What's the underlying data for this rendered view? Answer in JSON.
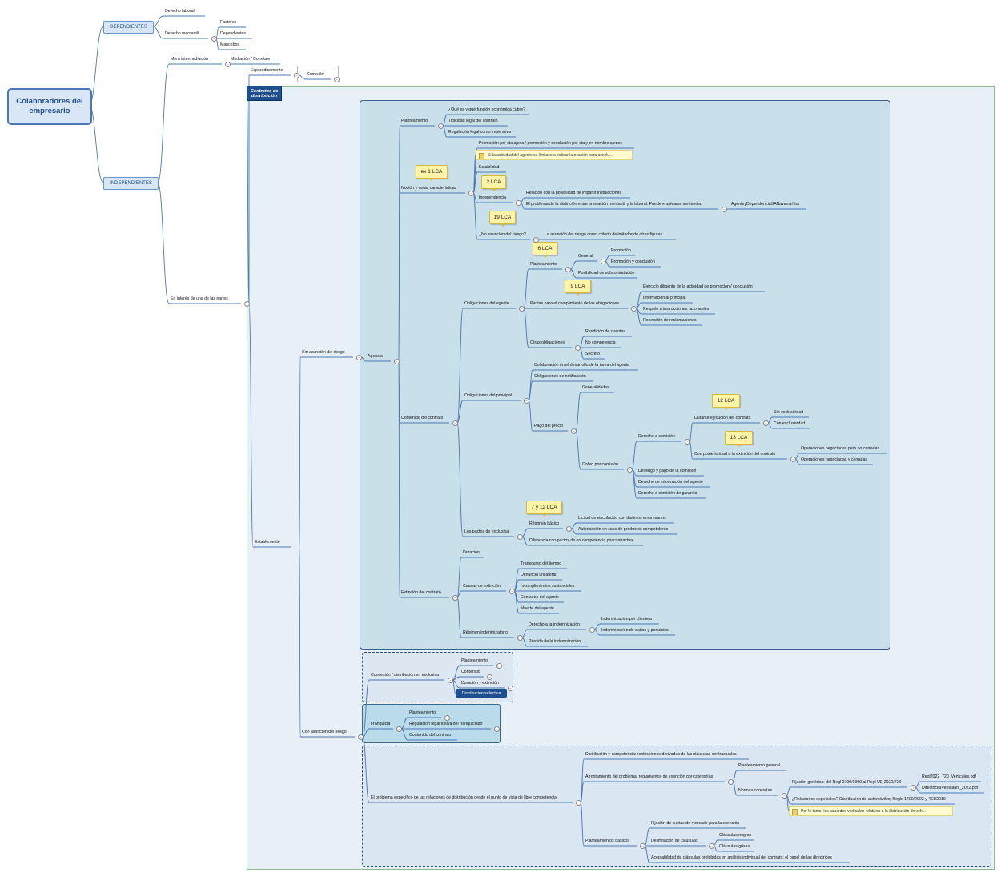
{
  "root": "Colaboradores del empresario",
  "dependientes": {
    "label": "DEPENDIENTES",
    "laboral": "Derecho laboral",
    "mercantil": "Derecho mercantil",
    "factores": "Factores",
    "dependientes": "Dependientes",
    "mancebos": "Mancebos"
  },
  "independientes": {
    "label": "INDEPENDIENTES",
    "mera": "Mera intermediación",
    "mediacion": "Mediación / Corretaje",
    "esporadicamente": "Esporádicamente",
    "comision": "Comisión",
    "interes": "En interés de una de las partes",
    "contratos_title": "Contratos de distribución",
    "establemente": "Establemente",
    "sin_riesgo": "Sin asunción del riesgo",
    "con_riesgo": "Con asunción del riesgo"
  },
  "agencia": {
    "label": "Agencia",
    "planteamiento": "Planteamiento",
    "p1": "¿Qué es y qué función económica cubre?",
    "p2": "Tipicidad legal del contrato",
    "p3": "Regulación legal como imperativa",
    "nocion": "Noción y notas características",
    "n_promocion": "Promoción por cta ajena / promoción y conclusión por cta y en nombre ajenos",
    "n_note": "Si la actividad del agente se limitase a indicar la ocasión para conclu...",
    "n_estabilidad": "Estabilidad",
    "n_independencia": "Independencia",
    "n_relacion": "Relación con la posibilidad de impartir instrucciones",
    "n_problema": "El problema de la distinción entre la relación mercantil y la laboral. Puede emplearse sentencia.",
    "n_file": "AgenteyDependenciaSANavarra.htm",
    "n_riesgo": "¿No asunción del riesgo?",
    "n_criterio": "La asunción del riesgo como criterio delimitador de otras figuras",
    "contenido": "Contenido del contrato",
    "oblig_agente": "Obligaciones del agente",
    "oa_plant": "Planteamiento",
    "oa_general": "General",
    "oa_promocion": "Promoción",
    "oa_promo_concl": "Promoción y conclusión",
    "oa_subcontrat": "Posibilidad de subcontratación",
    "oa_pautas": "Pautas para el cumplimiento de las obligaciones",
    "oa_ejercicio": "Ejercicio diligente de la actividad de promoción / conclusión",
    "oa_info": "Información al principal",
    "oa_respeto": "Respeto a instrucciones razonables",
    "oa_recepcion": "Recepción de reclamaciones",
    "oa_otras": "Otras obligaciones",
    "oa_rendicion": "Rendición de cuentas",
    "oa_nocomp": "No competencia",
    "oa_secreto": "Secreto",
    "oblig_principal": "Obligaciones del principal",
    "op_colab": "Colaboración en el desarrollo de la tarea del agente",
    "op_notif": "Obligaciones de notificación",
    "op_pago": "Pago del precio",
    "op_general": "Generalidades",
    "op_cobro": "Cobro por comisión",
    "op_derecho_com": "Derecho a comisión",
    "op_durante": "Durante ejecución del contrato",
    "op_sin_excl": "Sin exclusividad",
    "op_con_excl": "Con exclusividad",
    "op_posterior": "Con posterioridad a la extinción del contrato",
    "op_op_neg": "Operaciones negociadas pero no cerradas",
    "op_op_cerr": "Operaciones negociadas y cerradas",
    "op_devengo": "Devengo y pago  de la comisión",
    "op_der_info": "Derecho de información del agente",
    "op_der_gar": "Derecho a comisión de garantía",
    "pactos": "Los pactos de exclusiva",
    "pa_regimen": "Régimen básico",
    "pa_licitud": "Licitud de vinculación con distintos empresarios",
    "pa_autoriz": "Autorización en caso de productos competidores",
    "pa_diferencia": "Diferencia con pactos de no competencia poscontractual",
    "extincion": "Extinción del contrato",
    "ex_duracion": "Duración",
    "ex_causas": "Causas de extinción",
    "ex_transcurso": "Transcurso del tiempo",
    "ex_denuncia": "Denuncia unilateral",
    "ex_incumpl": "Incumplimientos sustanciales",
    "ex_concurso": "Concurso del agente",
    "ex_muerte": "Muerte del agente",
    "ex_regimen": "Régimen indemnizatorio",
    "ex_derecho_ind": "Derecho a la indemnización",
    "ex_ind_clientela": "Indemnización por clientela",
    "ex_ind_danos": "Indemnización de daños y perjuicios",
    "ex_perdida": "Pérdida de la indemnización"
  },
  "tags": {
    "ex1": "ex 1 LCA",
    "t2": "2 LCA",
    "t19": "19 LCA",
    "t6": "6 LCA",
    "t9": "9 LCA",
    "t12": "12 LCA",
    "t13": "13 LCA",
    "t7": "7 y 12 LCA"
  },
  "concesion": {
    "label": "Concesión / distribución en exclusiva",
    "plant": "Planteamiento",
    "contenido": "Contenido",
    "duracion": "Duración y extinción",
    "selectiva": "Distribución selectiva"
  },
  "franquicia": {
    "label": "Franquicia",
    "plant": "Planteamiento",
    "regulacion": "Regulación legal tuitiva del franquiciado",
    "contenido": "Contenido del contrato"
  },
  "problema": {
    "label": "El problema específico de las relaciones de distribución desde el punto de vista de libre competencia",
    "dist_comp": "Distribución y competencia: restricciones derivadas de las cláusulas contractuales",
    "afront": "Afrontamiento del problema: reglamentos de exención por categorías",
    "plant_gen": "Planteamiento general",
    "normas": "Normas concretas",
    "fijacion": "Fijación genérica: del Regl 2790/1999 al Regl UE 2022/720",
    "pdf1": "Regl2022_720_Verticales.pdf",
    "pdf2": "DirectricesVerticales_2022.pdf",
    "relaciones": "¿Relaciones especiales? Distribución de automóviles; Regls 1400/2002 y 461/2010",
    "note": "Por lo tanto, los acuerdos verticales relativos a la distribución de veh...",
    "plant_basicos": "Planteamientos básicos",
    "cuotas": "Fijación de cuotas de mercado para la exención",
    "delimit": "Delimitación de cláusulas",
    "negras": "Cláusulas negras",
    "grises": "Cláusulas grises",
    "aceptab": "Aceptabilidad de cláusulas prohibidas en análisis individual del contrato: el papel de las directrices"
  }
}
